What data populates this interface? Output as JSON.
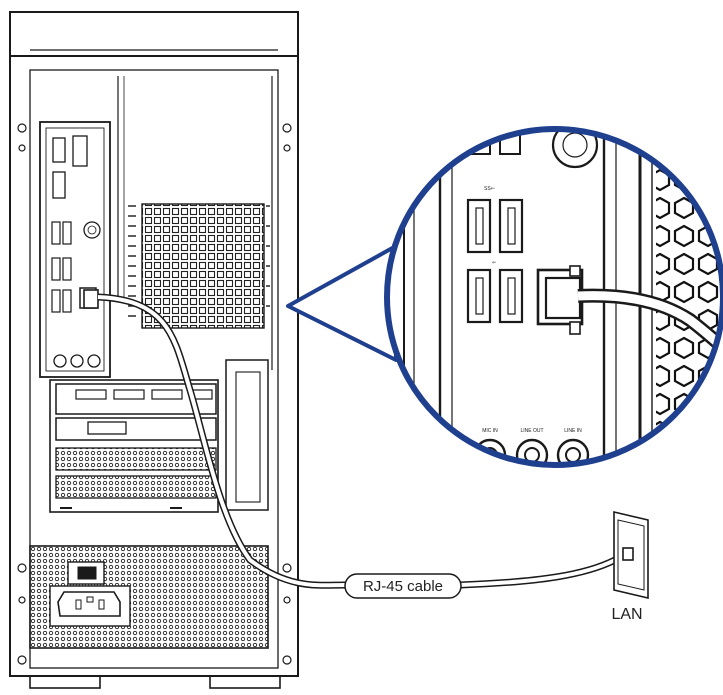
{
  "labels": {
    "cable": "RJ-45 cable",
    "lan": "LAN"
  },
  "zoom_port_labels": {
    "usb3": "SS⇐",
    "usb2": "⇐",
    "mic_in": "MIC IN",
    "line_out": "LINE OUT",
    "line_in": "LINE IN"
  },
  "colors": {
    "line": "#1a1a1a",
    "zoom_ring": "#1f3f8f",
    "background": "#ffffff"
  }
}
